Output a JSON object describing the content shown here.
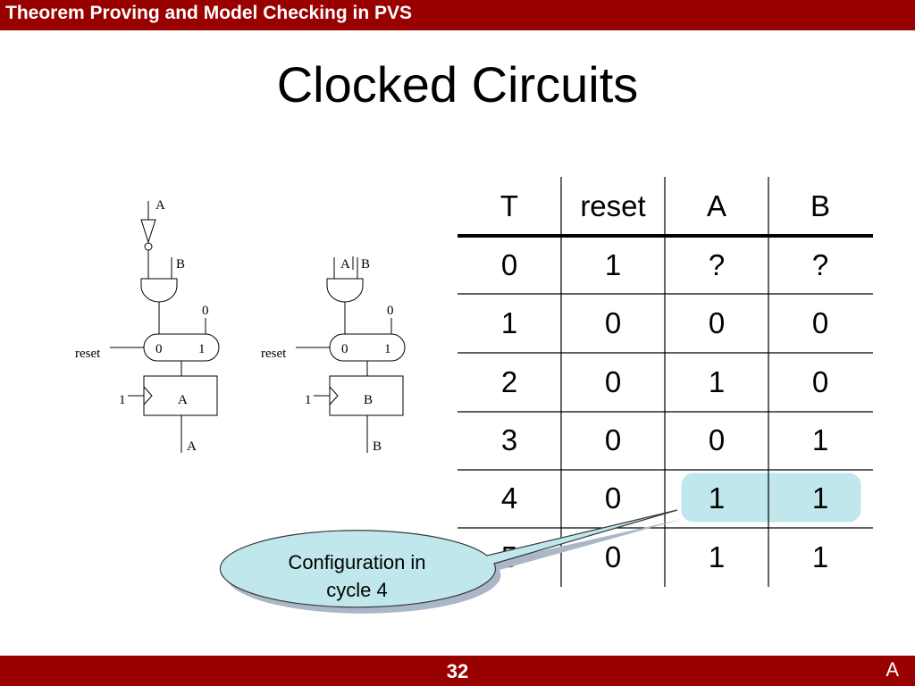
{
  "header": {
    "title": "Theorem Proving and Model Checking in PVS"
  },
  "slide": {
    "title": "Clocked Circuits"
  },
  "circuit_a": {
    "input_label": "A",
    "and_input_label": "B",
    "mux_top_label": "0",
    "mux_left_value": "0",
    "mux_right_value": "1",
    "reset_label": "reset",
    "clock_label": "1",
    "register_label": "A",
    "output_label": "A"
  },
  "circuit_b": {
    "and_input_a_label": "A",
    "and_input_b_label": "B",
    "mux_top_label": "0",
    "mux_left_value": "0",
    "mux_right_value": "1",
    "reset_label": "reset",
    "clock_label": "1",
    "register_label": "B",
    "output_label": "B"
  },
  "table": {
    "headers": [
      "T",
      "reset",
      "A",
      "B"
    ],
    "rows": [
      [
        "0",
        "1",
        "?",
        "?"
      ],
      [
        "1",
        "0",
        "0",
        "0"
      ],
      [
        "2",
        "0",
        "1",
        "0"
      ],
      [
        "3",
        "0",
        "0",
        "1"
      ],
      [
        "4",
        "0",
        "1",
        "1"
      ],
      [
        "5",
        "0",
        "1",
        "1"
      ]
    ]
  },
  "callout": {
    "line1": "Configuration in",
    "line2": "cycle 4"
  },
  "footer": {
    "page_number": "32",
    "corner_letter": "A"
  },
  "colors": {
    "bar": "#990000",
    "highlight": "#bfe7ec",
    "callout_fill": "#bfe7ec"
  }
}
